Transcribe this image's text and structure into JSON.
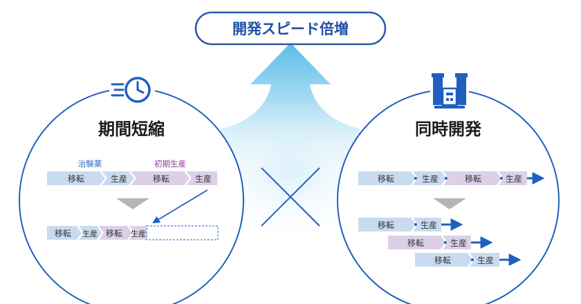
{
  "headline": "開発スピード倍増",
  "left_panel": {
    "title": "期間短縮",
    "icon": "clock-speed-icon",
    "category_trial": "治験薬",
    "category_initial": "初期生産",
    "before": [
      "移転",
      "生産",
      "移転",
      "生産"
    ],
    "after": [
      "移転",
      "生産",
      "移転",
      "生産"
    ]
  },
  "right_panel": {
    "title": "同時開発",
    "icon": "factory-icon",
    "before": [
      "移転",
      "生産",
      "移転",
      "生産"
    ],
    "after_rows": [
      [
        "移転",
        "生産"
      ],
      [
        "移転",
        "生産"
      ],
      [
        "移転",
        "生産"
      ]
    ]
  },
  "colors": {
    "brand_blue": "#1f5fbf",
    "pill_border": "#2a5aa8",
    "segment_blue": "#c9dbef",
    "segment_purple": "#dcd0e8",
    "category_blue": "#2e6fc0",
    "category_purple": "#8a3f96",
    "down_arrow_gray": "#b5b5b5",
    "glow_light": "#e6f3fb",
    "up_arrow_top": "#5fbfe8"
  }
}
